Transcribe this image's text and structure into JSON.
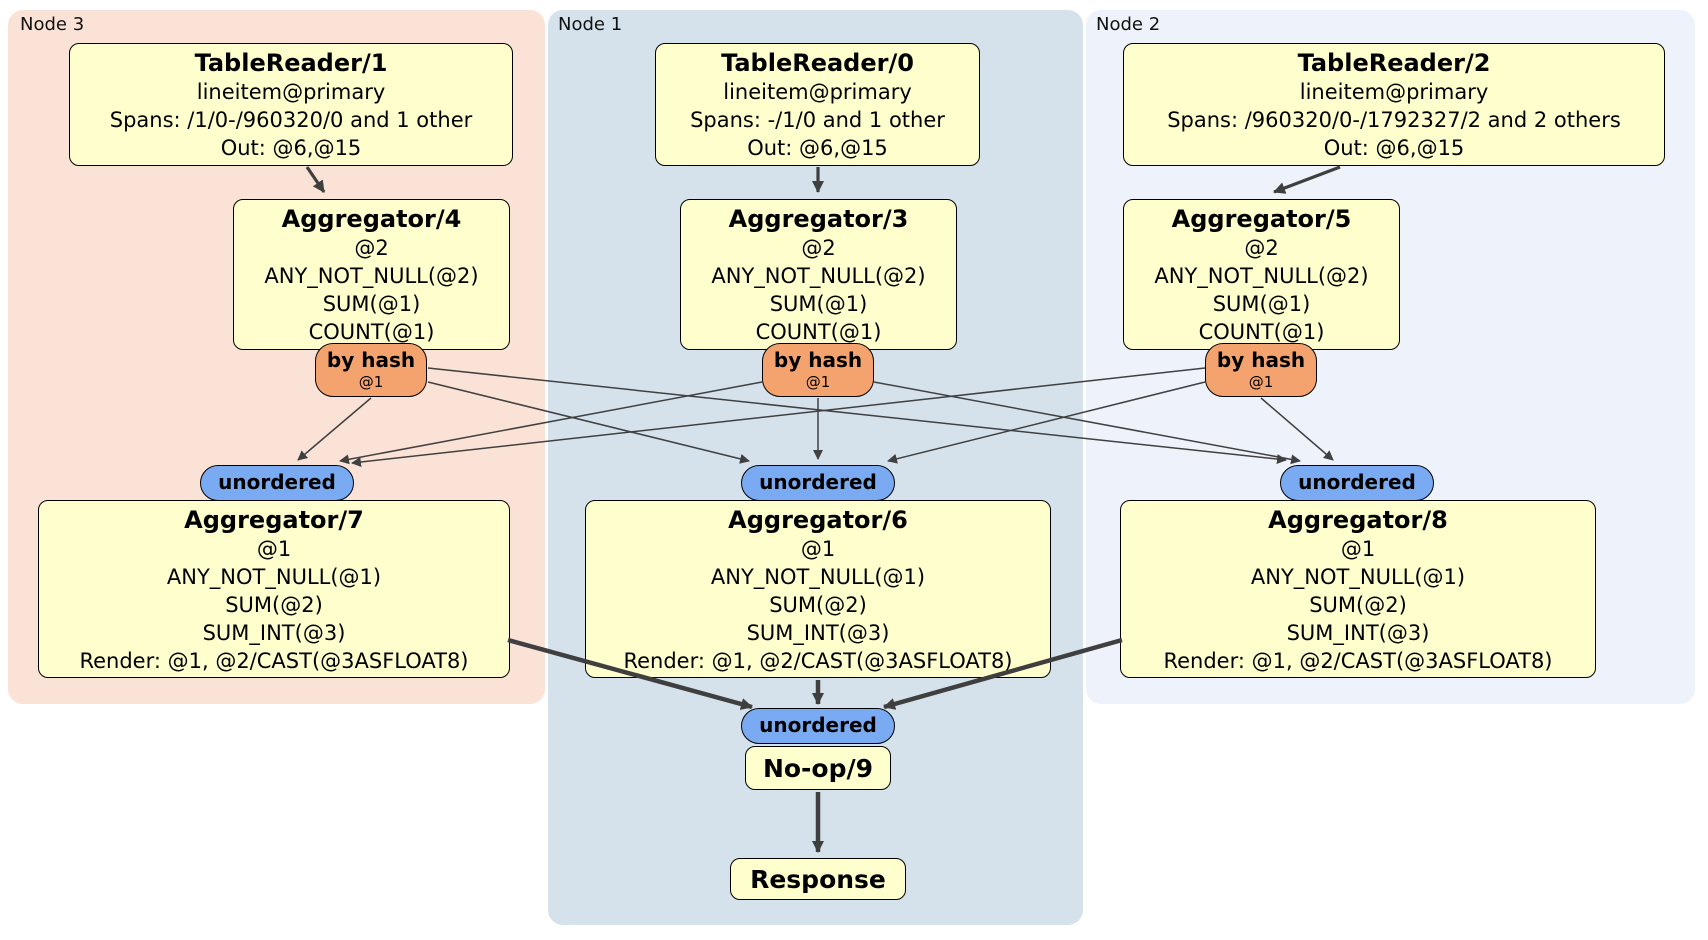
{
  "panels": [
    {
      "label": "Node 3",
      "table_reader": {
        "title": "TableReader/1",
        "lines": [
          "lineitem@primary",
          "Spans: /1/0-/960320/0 and 1 other",
          "Out: @6,@15"
        ]
      },
      "group_agg": {
        "title": "Aggregator/4",
        "lines": [
          "@2",
          "ANY_NOT_NULL(@2)",
          "SUM(@1)",
          "COUNT(@1)"
        ]
      },
      "router": {
        "label": "by hash",
        "detail": "@1"
      },
      "sync": {
        "label": "unordered"
      },
      "final_agg": {
        "title": "Aggregator/7",
        "lines": [
          "@1",
          "ANY_NOT_NULL(@1)",
          "SUM(@2)",
          "SUM_INT(@3)",
          "Render: @1, @2/CAST(@3ASFLOAT8)"
        ]
      }
    },
    {
      "label": "Node 1",
      "table_reader": {
        "title": "TableReader/0",
        "lines": [
          "lineitem@primary",
          "Spans: -/1/0 and 1 other",
          "Out: @6,@15"
        ]
      },
      "group_agg": {
        "title": "Aggregator/3",
        "lines": [
          "@2",
          "ANY_NOT_NULL(@2)",
          "SUM(@1)",
          "COUNT(@1)"
        ]
      },
      "router": {
        "label": "by hash",
        "detail": "@1"
      },
      "sync": {
        "label": "unordered"
      },
      "final_agg": {
        "title": "Aggregator/6",
        "lines": [
          "@1",
          "ANY_NOT_NULL(@1)",
          "SUM(@2)",
          "SUM_INT(@3)",
          "Render: @1, @2/CAST(@3ASFLOAT8)"
        ]
      }
    },
    {
      "label": "Node 2",
      "table_reader": {
        "title": "TableReader/2",
        "lines": [
          "lineitem@primary",
          "Spans: /960320/0-/1792327/2 and 2 others",
          "Out: @6,@15"
        ]
      },
      "group_agg": {
        "title": "Aggregator/5",
        "lines": [
          "@2",
          "ANY_NOT_NULL(@2)",
          "SUM(@1)",
          "COUNT(@1)"
        ]
      },
      "router": {
        "label": "by hash",
        "detail": "@1"
      },
      "sync": {
        "label": "unordered"
      },
      "final_agg": {
        "title": "Aggregator/8",
        "lines": [
          "@1",
          "ANY_NOT_NULL(@1)",
          "SUM(@2)",
          "SUM_INT(@3)",
          "Render: @1, @2/CAST(@3ASFLOAT8)"
        ]
      }
    }
  ],
  "tail": {
    "sync": {
      "label": "unordered"
    },
    "noop_title": "No-op/9",
    "response_title": "Response"
  },
  "colors": {
    "node3_bg": "#fbe2d6",
    "node1_bg": "#d5e2ec",
    "node2_bg": "#eef2fb",
    "processor_box_fill": "#ffffcd",
    "router_pill_fill": "#f5a36e",
    "sync_pill_fill": "#7aabf2",
    "edge": "#404040"
  }
}
